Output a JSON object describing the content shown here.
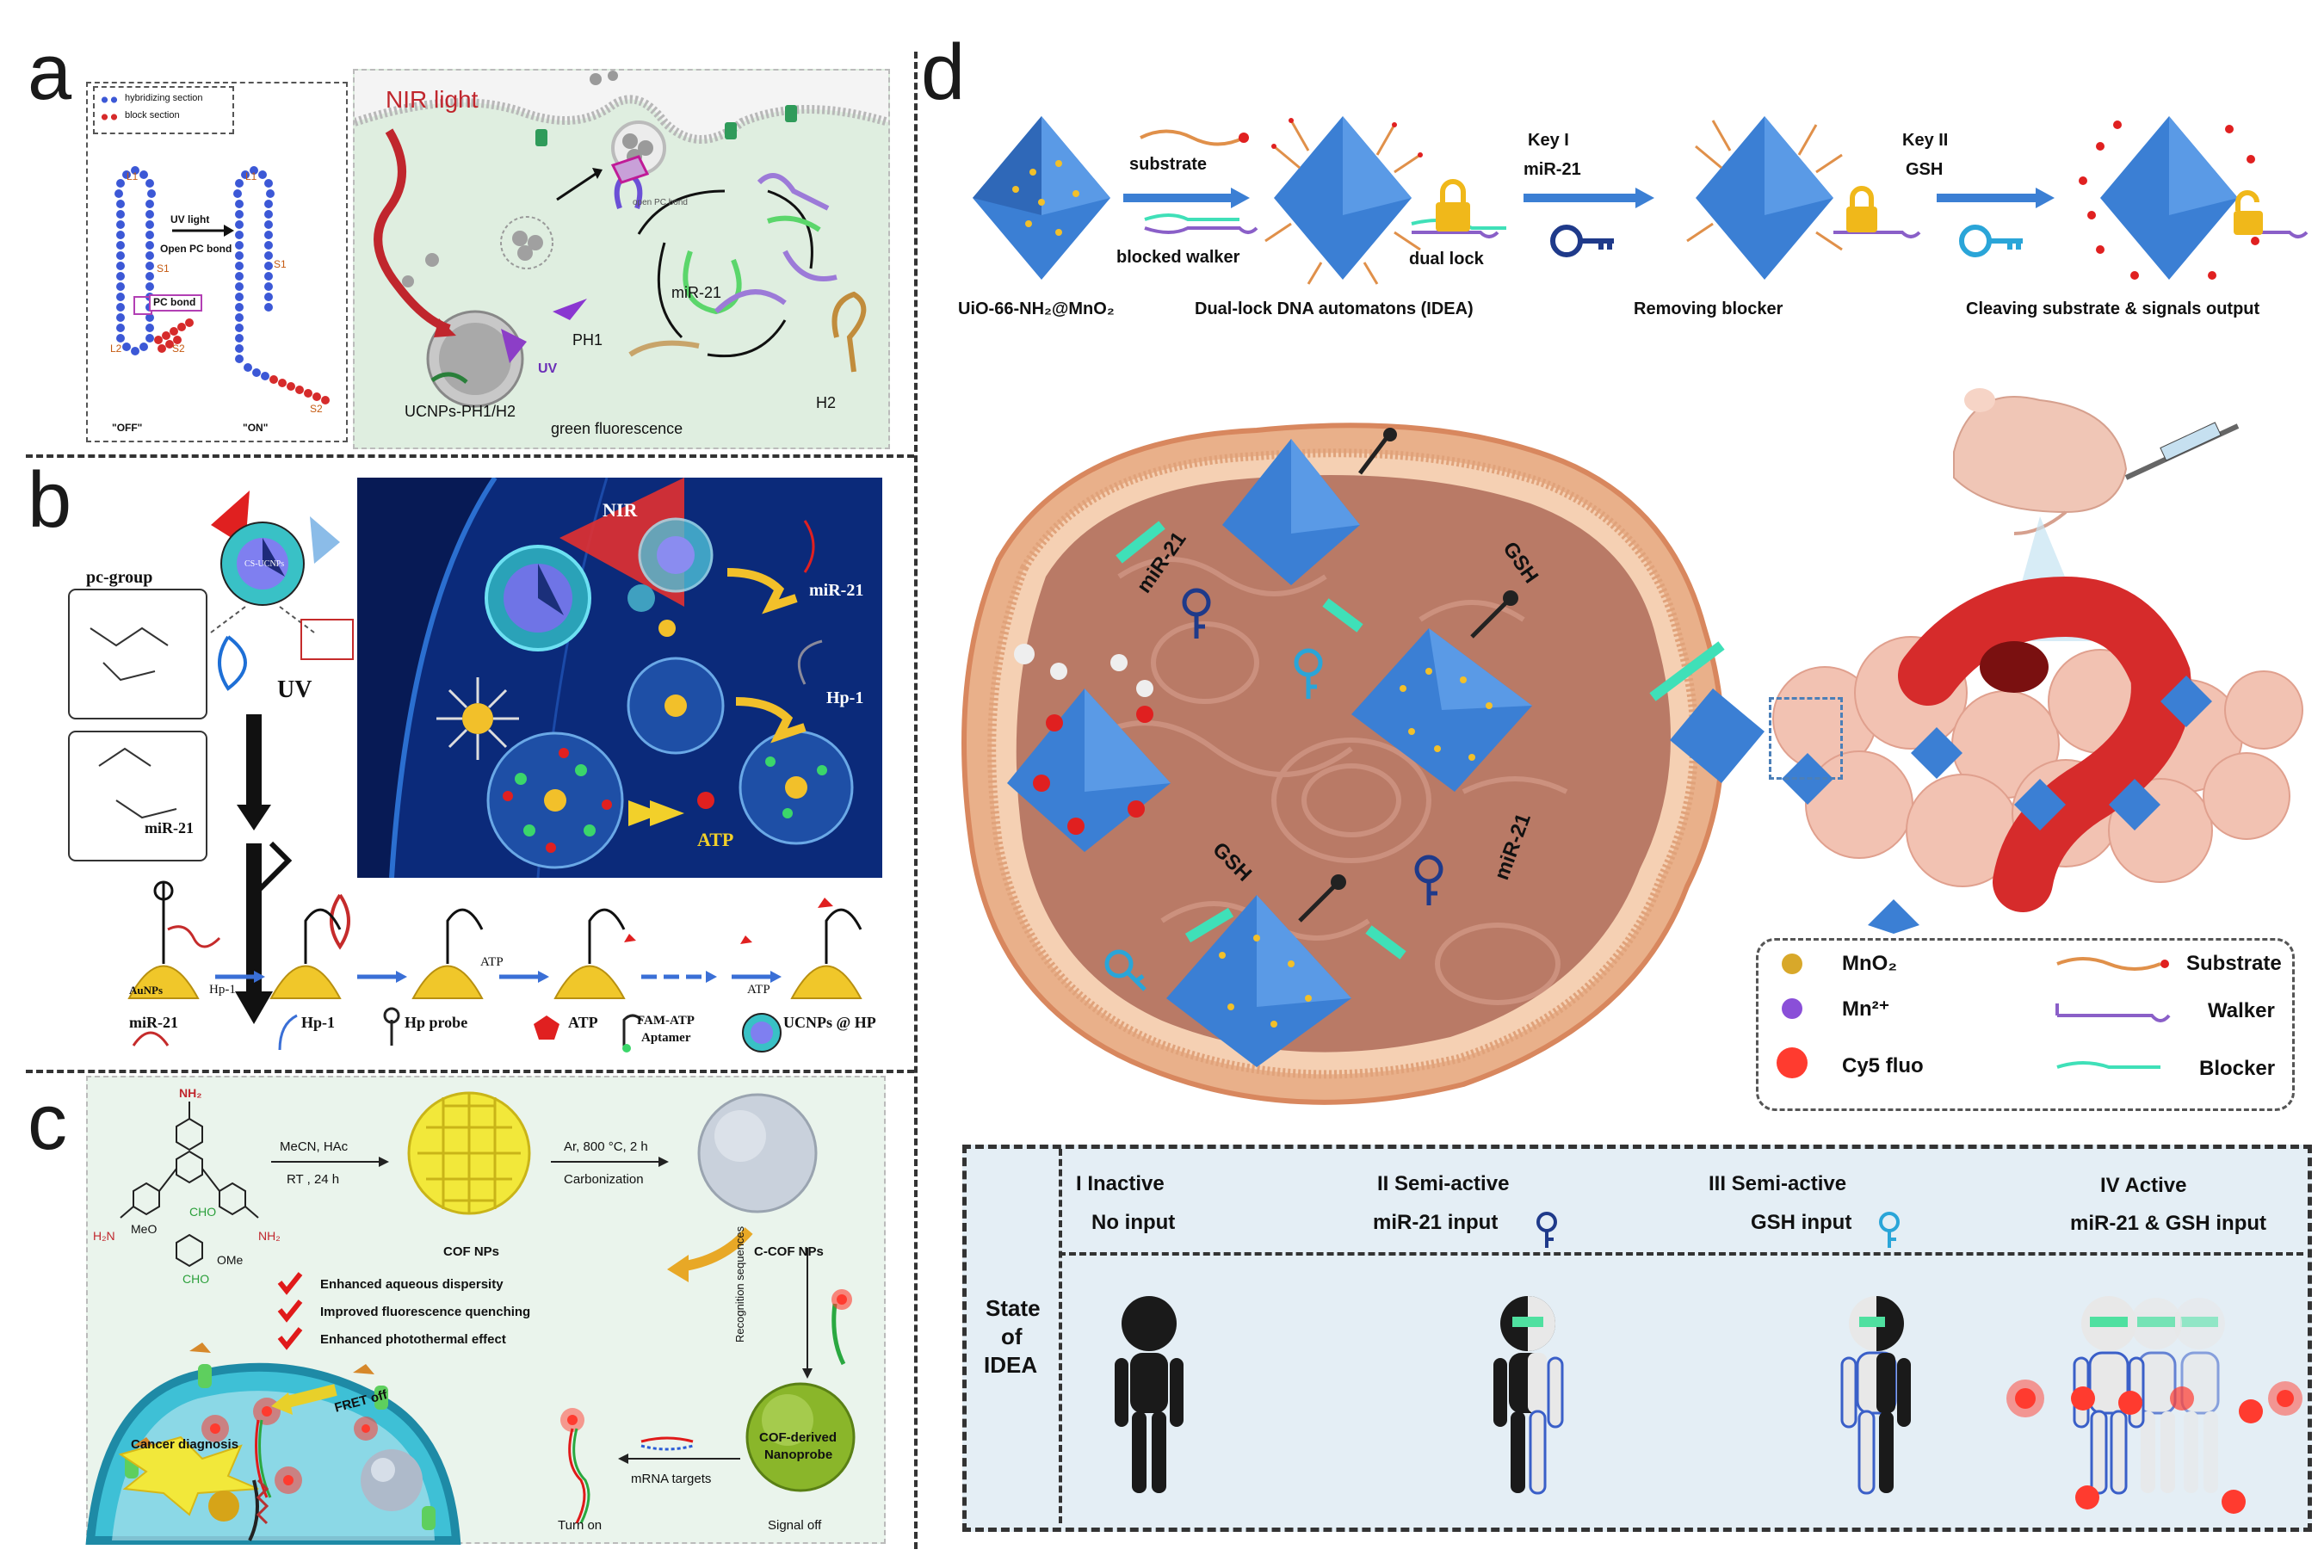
{
  "panels": {
    "a": {
      "letter": "a",
      "legend": [
        "hybridizing section",
        "block section"
      ],
      "labels": {
        "l1_left": "L1",
        "l1_right": "L1",
        "s1_left": "S1",
        "s1_right": "S1",
        "l2": "L2",
        "s2_left": "S2",
        "s2_right": "S2",
        "uv_light": "UV light",
        "open_pc_bond": "Open PC bond",
        "pc_bond": "PC bond",
        "off": "\"OFF\"",
        "on": "\"ON\"",
        "nir_light": "NIR light",
        "ucnps": "UCNPs-PH1/H2",
        "uv": "UV",
        "ph1": "PH1",
        "mir21": "miR-21",
        "green_fluorescence": "green fluorescence",
        "h2": "H2",
        "open_pc": "open PC bond"
      }
    },
    "b": {
      "letter": "b",
      "labels": {
        "pc_group": "pc-group",
        "uv": "UV",
        "mir21_left": "miR-21",
        "hp1_small": "Hp-1",
        "atp_small_1": "ATP",
        "atp_small_2": "ATP",
        "aunps": "AuNPs",
        "cs_ucnps": "CS-UCNPs",
        "nir": "NIR",
        "mir21_right": "miR-21",
        "hp1_right": "Hp-1",
        "atp_right": "ATP"
      },
      "legend": {
        "mir21": "miR-21",
        "hp1": "Hp-1",
        "hp_probe": "Hp probe",
        "atp": "ATP",
        "fam_atp": "FAM-ATP",
        "aptamer": "Aptamer",
        "ucnps_hp": "UCNPs @ HP"
      }
    },
    "c": {
      "letter": "c",
      "labels": {
        "step1_line1": "MeCN, HAc",
        "step1_line2": "RT , 24 h",
        "step2_line1": "Ar, 800 °C, 2 h",
        "step2_line2": "Carbonization",
        "cof_nps": "COF NPs",
        "c_cof_nps": "C-COF NPs",
        "benefit1": "Enhanced aqueous dispersity",
        "benefit2": "Improved fluorescence quenching",
        "benefit3": "Enhanced photothermal effect",
        "recognition": "Recognition sequences",
        "nanoprobe_line1": "COF-derived",
        "nanoprobe_line2": "Nanoprobe",
        "signal_off": "Signal off",
        "mrna_targets": "mRNA targets",
        "turn_on": "Turn on",
        "cancer_diagnosis": "Cancer diagnosis",
        "fret_off": "FRET off",
        "nh2_top": "NH₂",
        "nh2_left": "H₂N",
        "nh2_right": "NH₂",
        "cho_top": "CHO",
        "cho_bottom": "CHO",
        "meo": "MeO",
        "ome": "OMe"
      }
    },
    "d": {
      "letter": "d",
      "top_labels": {
        "substrate": "substrate",
        "blocked_walker": "blocked walker",
        "dual_lock": "dual lock",
        "key1_line1": "Key I",
        "key1_line2": "miR-21",
        "key2_line1": "Key II",
        "key2_line2": "GSH",
        "uio": "UiO-66-NH₂@MnO₂",
        "dual_lock_automatons": "Dual-lock DNA automatons (IDEA)",
        "removing_blocker": "Removing blocker",
        "cleaving": "Cleaving substrate &  signals output"
      },
      "cell_labels": {
        "mir21_a": "miR-21",
        "gsh_a": "GSH",
        "gsh_b": "GSH",
        "mir21_b": "miR-21"
      },
      "legend": {
        "mno2": "MnO₂",
        "mn2": "Mn²⁺",
        "cy5": "Cy5 fluo",
        "substrate": "Substrate",
        "walker": "Walker",
        "blocker": "Blocker"
      },
      "states": {
        "row_label_1": "State",
        "row_label_2": "of",
        "row_label_3": "IDEA",
        "items": [
          {
            "title": "I  Inactive",
            "input": "No input"
          },
          {
            "title": "II  Semi-active",
            "input": "miR-21 input"
          },
          {
            "title": "III  Semi-active",
            "input": "GSH input"
          },
          {
            "title": "IV  Active",
            "input": "miR-21 & GSH  input"
          }
        ]
      }
    }
  },
  "colors": {
    "octahedron": "#3b7fd4",
    "membrane": "#e0a27a",
    "cell_interior": "#b97a66",
    "blocker": "#3fe0b8",
    "cy5": "#ff3b2f",
    "key_dark": "#1f3a8a",
    "key_light": "#2aa5d8",
    "panel_a_bg": "#dfeee0",
    "panel_b_bg": "#0b2a7a",
    "panel_c_bg": "#eaf4ec",
    "state_bg": "#e4eef5"
  }
}
